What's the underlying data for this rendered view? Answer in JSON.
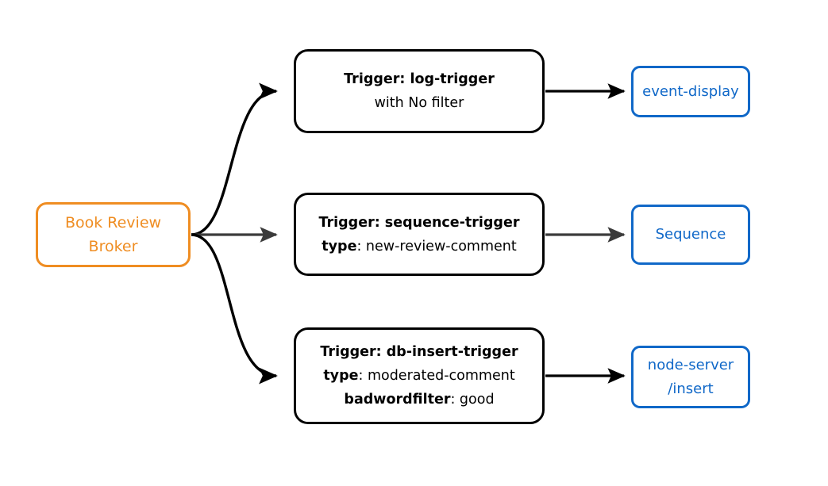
{
  "diagram": {
    "type": "event-broker-trigger-flow",
    "colors": {
      "broker_accent": "#ef8d22",
      "target_accent": "#1068c8",
      "trigger_border": "#000000",
      "edge_black": "#000000",
      "edge_gray": "#3b3b3b",
      "background": "#ffffff"
    },
    "broker": {
      "name": "book-review-broker",
      "line1": "Book Review",
      "line2": "Broker"
    },
    "triggers": [
      {
        "name": "log-trigger",
        "line1_bold": "Trigger: log-trigger",
        "line2_bold": "",
        "line2_rest": "with No filter",
        "line3_bold": "",
        "line3_rest": ""
      },
      {
        "name": "sequence-trigger",
        "line1_bold": "Trigger: sequence-trigger",
        "line2_bold": "type",
        "line2_rest": ": new-review-comment",
        "line3_bold": "",
        "line3_rest": ""
      },
      {
        "name": "db-insert-trigger",
        "line1_bold": "Trigger: db-insert-trigger",
        "line2_bold": "type",
        "line2_rest": ": moderated-comment",
        "line3_bold": "badwordfilter",
        "line3_rest": ": good"
      }
    ],
    "targets": [
      {
        "name": "event-display",
        "line1": "event-display",
        "line2": ""
      },
      {
        "name": "sequence",
        "line1": "Sequence",
        "line2": ""
      },
      {
        "name": "node-server-insert",
        "line1": "node-server",
        "line2": "/insert"
      }
    ]
  }
}
